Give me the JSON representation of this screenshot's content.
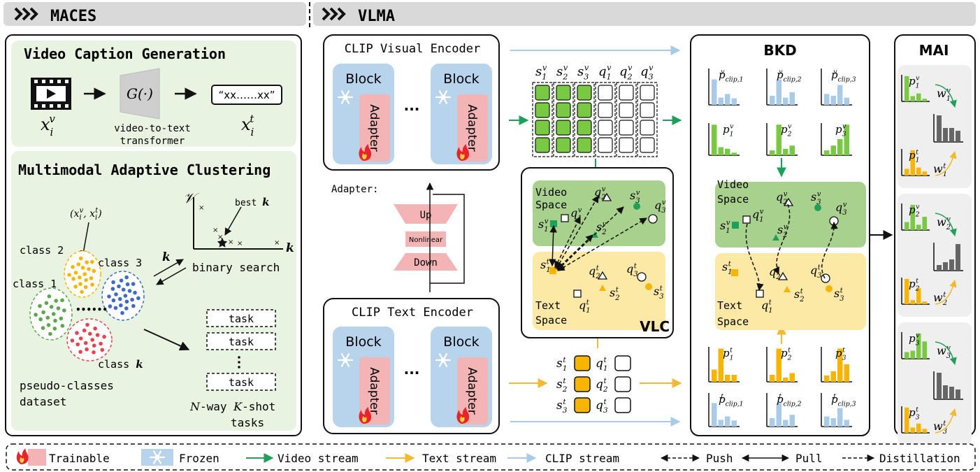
{
  "headers": {
    "maces": "MACES",
    "vlma": "VLMA"
  },
  "maces": {
    "vcg_title": "Video Caption Generation",
    "video_label": "x",
    "generator": "G(·)",
    "generator_desc_1": "video-to-text",
    "generator_desc_2": "transformer",
    "caption": "“xx……xx”",
    "mac_title": "Multimodal Adaptive Clustering",
    "pair_label": "(x, x)",
    "class2": "class 2",
    "class3": "class 3",
    "class1": "class 1",
    "classk_prefix": "class ",
    "classk_var": "k",
    "dots": "••••••",
    "pseudo_1": "pseudo-classes",
    "pseudo_2": "dataset",
    "axis_v": "𝒱",
    "axis_k": "𝒌",
    "best_prefix": "best ",
    "best_var": "𝒌",
    "binary_search": "binary search",
    "k_arrow": "𝒌",
    "task": "task",
    "nway_1": "-way ",
    "nway_N": "N",
    "nway_K": "K",
    "nway_2": "-shot",
    "tasks": "tasks"
  },
  "vlma": {
    "visual_encoder": "CLIP Visual Encoder",
    "text_encoder": "CLIP Text Encoder",
    "block": "Block",
    "adapter": "Adapter",
    "ellipsis": "···",
    "adapter_label": "Adapter:",
    "up": "Up",
    "nonlinear": "Nonlinear",
    "down": "Down",
    "s": "s",
    "q": "q",
    "video_space_1": "Video",
    "video_space_2": "Space",
    "text_space_1": "Text",
    "text_space_2": "Space",
    "vlc": "VLC",
    "bkd": "BKD",
    "mai": "MAI",
    "p": "p",
    "w": "w",
    "clip_sub": "clip,"
  },
  "legend": {
    "trainable": "Trainable",
    "frozen": "Frozen",
    "video_stream": "Video stream",
    "text_stream": "Text stream",
    "clip_stream": "CLIP stream",
    "push": "Push",
    "pull": "Pull",
    "distillation": "Distillation"
  },
  "colors": {
    "green": "#7ac943",
    "green_dark": "#1fa05a",
    "yellow": "#f7b500",
    "yellow_arrow": "#f5b82e",
    "blue_light": "#a9cbe8",
    "block_blue": "#b8d3ec",
    "adapter_pink": "#f2b4b4",
    "panel_green": "#e9f3e1",
    "space_green": "#a9d18e",
    "space_yellow": "#fde9a6",
    "cluster_green": "#5aa84a",
    "cluster_yellow": "#f7b500",
    "cluster_blue": "#3d6bc4",
    "cluster_red": "#e8434a",
    "gray_bar": "#666666",
    "header_bg": "#d9d9d9"
  },
  "icons": [
    "film-icon",
    "flame-icon",
    "snowflake-icon",
    "star-icon"
  ]
}
